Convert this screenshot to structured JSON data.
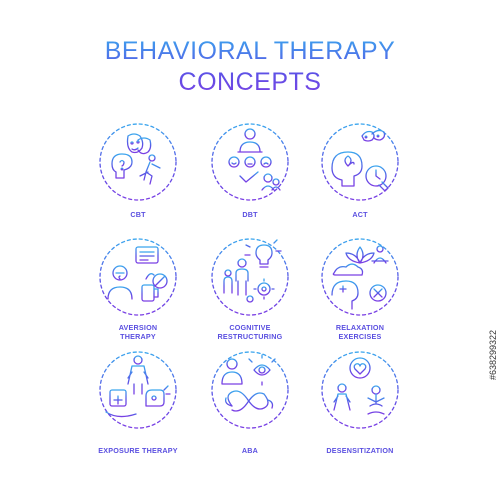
{
  "title": {
    "line1": "BEHAVIORAL THERAPY",
    "line2": "CONCEPTS"
  },
  "colors": {
    "gradient_start": "#3aa6ee",
    "gradient_mid": "#5a54e6",
    "gradient_end": "#7b3fe4",
    "background": "#ffffff"
  },
  "concepts": [
    {
      "icon": "cbt-icon",
      "label_lines": [
        "CBT"
      ]
    },
    {
      "icon": "dbt-icon",
      "label_lines": [
        "DBT"
      ]
    },
    {
      "icon": "act-icon",
      "label_lines": [
        "ACT"
      ]
    },
    {
      "icon": "aversion-therapy-icon",
      "label_lines": [
        "AVERSION",
        "THERAPY"
      ]
    },
    {
      "icon": "cognitive-restructuring-icon",
      "label_lines": [
        "COGNITIVE",
        "RESTRUCTURING"
      ]
    },
    {
      "icon": "relaxation-exercises-icon",
      "label_lines": [
        "RELAXATION",
        "EXERCISES"
      ]
    },
    {
      "icon": "exposure-therapy-icon",
      "label_lines": [
        "EXPOSURE THERAPY"
      ]
    },
    {
      "icon": "aba-icon",
      "label_lines": [
        "ABA"
      ]
    },
    {
      "icon": "desensitization-icon",
      "label_lines": [
        "DESENSITIZATION"
      ]
    }
  ],
  "watermark_id": "#638299322"
}
